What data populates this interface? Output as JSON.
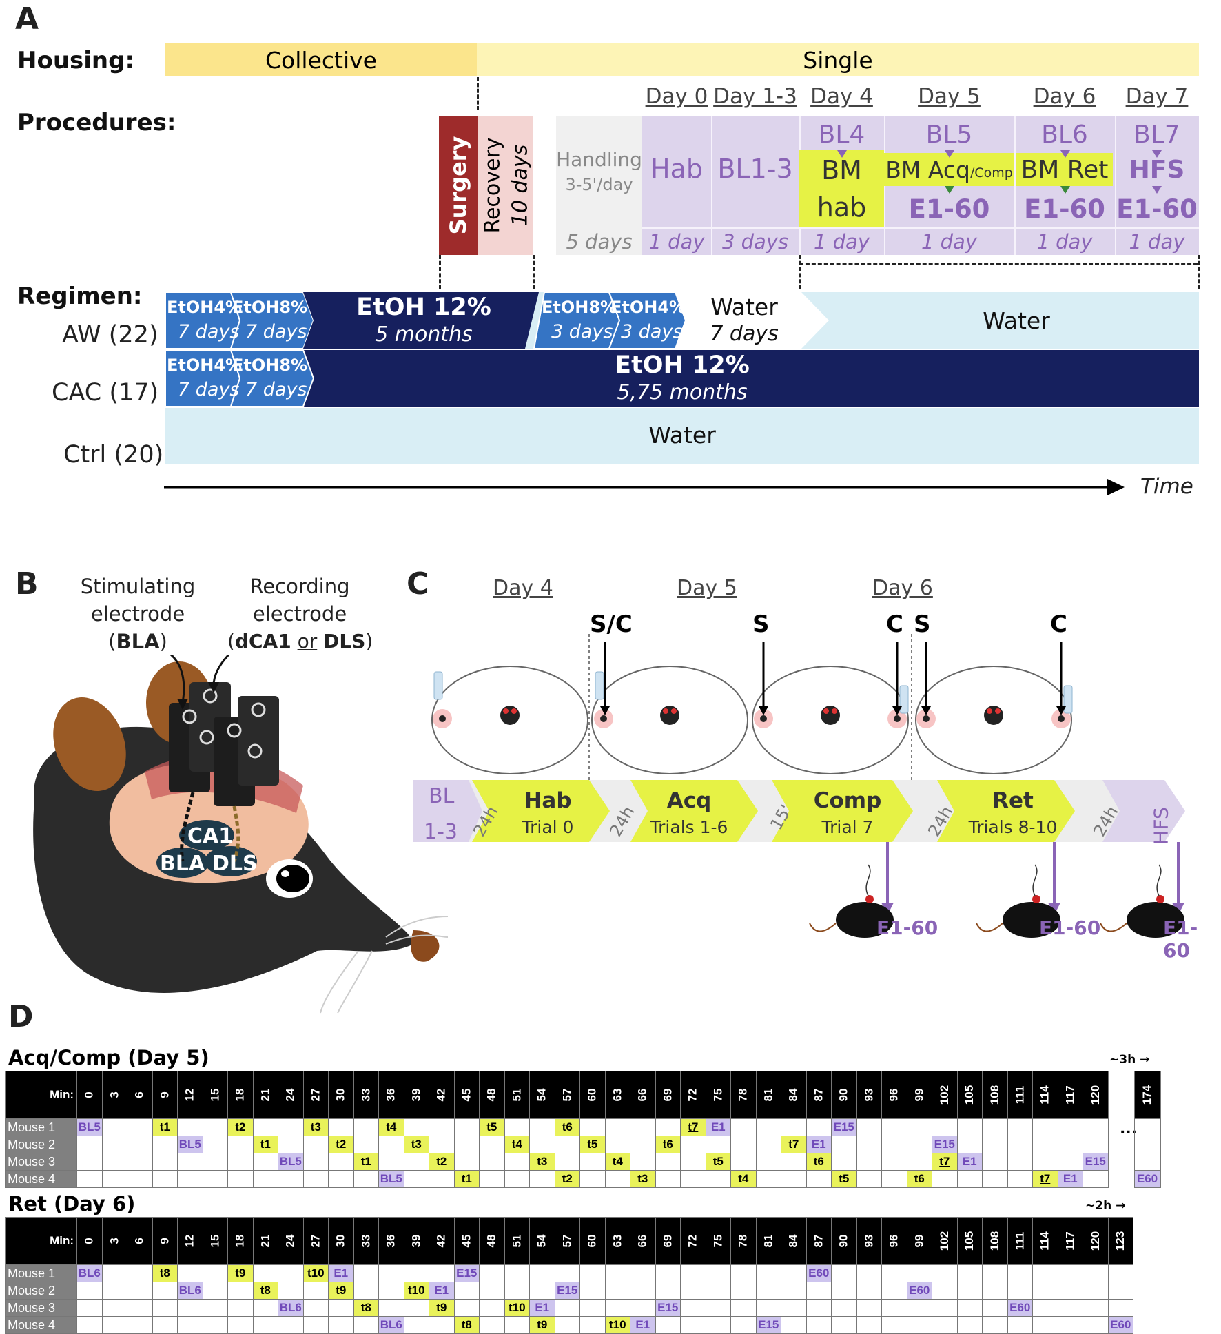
{
  "panels": {
    "a": "A",
    "b": "B",
    "c": "C",
    "d": "D"
  },
  "panel_a": {
    "housing_label": "Housing:",
    "housing_collective": "Collective",
    "housing_single": "Single",
    "procedures_label": "Procedures:",
    "surgery": "Surgery",
    "recovery": "Recovery",
    "recovery_days": "10 days",
    "handling": "Handling",
    "handling_rate": "3-5'/day",
    "handling_days": "5 days",
    "day_headers": [
      "Day 0",
      "Day 1-3",
      "Day 4",
      "Day 5",
      "Day 6",
      "Day 7"
    ],
    "proc_hab": "Hab",
    "proc_bl13": "BL1-3",
    "proc_bl4": "BL4",
    "proc_bl5": "BL5",
    "proc_bl6": "BL6",
    "proc_bl7": "BL7",
    "proc_bm": "BM",
    "proc_hab_small": "hab",
    "proc_bm_acq": "BM Acq",
    "proc_comp": "/Comp",
    "proc_bm_ret": "BM Ret",
    "proc_hfs": "HFS",
    "proc_e160": "E1-60",
    "proc_durations": [
      "1 day",
      "3 days",
      "1 day",
      "1 day",
      "1 day",
      "1 day"
    ],
    "regimen_label": "Regimen:",
    "groups": [
      "AW (22)",
      "CAC (17)",
      "Ctrl (20)"
    ],
    "etoh4": "EtOH4%",
    "etoh8": "EtOH8%",
    "etoh12": "EtOH 12%",
    "d7": "7 days",
    "d3": "3 days",
    "aw_12_dur": "5 months",
    "cac_12_dur": "5,75 months",
    "water": "Water",
    "water_dur": "7 days",
    "time_label": "Time"
  },
  "panel_b": {
    "stim1": "Stimulating",
    "stim2": "electrode",
    "stim3": "BLA",
    "rec1": "Recording",
    "rec2": "electrode",
    "rec3a": "dCA1",
    "rec3b": "or",
    "rec3c": "DLS",
    "region_ca1": "CA1",
    "region_bla": "BLA",
    "region_dls": "DLS"
  },
  "panel_c": {
    "days": [
      "Day 4",
      "Day 5",
      "Day 6"
    ],
    "markers": [
      "S/C",
      "S",
      "C",
      "S",
      "C"
    ],
    "bl_top": "BL",
    "bl_bottom": "1-3",
    "stages": [
      {
        "name": "Hab",
        "sub": "Trial 0"
      },
      {
        "name": "Acq",
        "sub": "Trials 1-6"
      },
      {
        "name": "Comp",
        "sub": "Trial 7"
      },
      {
        "name": "Ret",
        "sub": "Trials 8-10"
      }
    ],
    "intervals": [
      "24h",
      "24h",
      "15'",
      "24h",
      "24h"
    ],
    "hfs": "HFS",
    "e160": "E1-60"
  },
  "panel_d": {
    "acq_title": "Acq/Comp (Day 5)",
    "acq_approx": "~3h →",
    "ret_title": "Ret (Day 6)",
    "ret_approx": "~2h →",
    "min_label": "Min:",
    "ellipsis": "...",
    "acq_minutes": [
      "0",
      "3",
      "6",
      "9",
      "12",
      "15",
      "18",
      "21",
      "24",
      "27",
      "30",
      "33",
      "36",
      "39",
      "42",
      "45",
      "48",
      "51",
      "54",
      "57",
      "60",
      "63",
      "66",
      "69",
      "72",
      "75",
      "78",
      "81",
      "84",
      "87",
      "90",
      "93",
      "96",
      "99",
      "102",
      "105",
      "108",
      "111",
      "114",
      "117",
      "120"
    ],
    "acq_last_minute": "174",
    "ret_minutes": [
      "0",
      "3",
      "6",
      "9",
      "12",
      "15",
      "18",
      "21",
      "24",
      "27",
      "30",
      "33",
      "36",
      "39",
      "42",
      "45",
      "48",
      "51",
      "54",
      "57",
      "60",
      "63",
      "66",
      "69",
      "72",
      "75",
      "78",
      "81",
      "84",
      "87",
      "90",
      "93",
      "96",
      "99",
      "102",
      "105",
      "108",
      "111",
      "114",
      "117",
      "120",
      "123"
    ],
    "mice": [
      "Mouse 1",
      "Mouse 2",
      "Mouse 3",
      "Mouse 4"
    ],
    "acq_rows": [
      [
        [
          "0",
          "BL5",
          "p"
        ],
        [
          "3",
          "t1",
          "y"
        ],
        [
          "6",
          "t2",
          "y"
        ],
        [
          "9",
          "t3",
          "y"
        ],
        [
          "12",
          "t4",
          "y"
        ],
        [
          "16",
          "t5",
          "y"
        ],
        [
          "19",
          "t6",
          "y"
        ],
        [
          "24",
          "t7",
          "y"
        ],
        [
          "25",
          "E1",
          "p"
        ],
        [
          "30",
          "E15",
          "p"
        ]
      ],
      [
        [
          "4",
          "BL5",
          "p"
        ],
        [
          "7",
          "t1",
          "y"
        ],
        [
          "10",
          "t2",
          "y"
        ],
        [
          "13",
          "t3",
          "y"
        ],
        [
          "17",
          "t4",
          "y"
        ],
        [
          "20",
          "t5",
          "y"
        ],
        [
          "23",
          "t6",
          "y"
        ],
        [
          "28",
          "t7",
          "y"
        ],
        [
          "29",
          "E1",
          "p"
        ],
        [
          "34",
          "E15",
          "p"
        ]
      ],
      [
        [
          "8",
          "BL5",
          "p"
        ],
        [
          "11",
          "t1",
          "y"
        ],
        [
          "14",
          "t2",
          "y"
        ],
        [
          "18",
          "t3",
          "y"
        ],
        [
          "21",
          "t4",
          "y"
        ],
        [
          "25",
          "t5",
          "y"
        ],
        [
          "29",
          "t6",
          "y"
        ],
        [
          "34",
          "t7",
          "y"
        ],
        [
          "35",
          "E1",
          "p"
        ],
        [
          "40",
          "E15",
          "p"
        ]
      ],
      [
        [
          "12",
          "BL5",
          "p"
        ],
        [
          "15",
          "t1",
          "y"
        ],
        [
          "19",
          "t2",
          "y"
        ],
        [
          "22",
          "t3",
          "y"
        ],
        [
          "26",
          "t4",
          "y"
        ],
        [
          "30",
          "t5",
          "y"
        ],
        [
          "33",
          "t6",
          "y"
        ],
        [
          "38",
          "t7",
          "y"
        ],
        [
          "39",
          "E1",
          "p"
        ]
      ]
    ],
    "acq_last_col": [
      "",
      "",
      "",
      "E60"
    ],
    "ret_rows": [
      [
        [
          "0",
          "BL6",
          "p"
        ],
        [
          "3",
          "t8",
          "y"
        ],
        [
          "6",
          "t9",
          "y"
        ],
        [
          "9",
          "t10",
          "y"
        ],
        [
          "10",
          "E1",
          "p"
        ],
        [
          "15",
          "E15",
          "p"
        ],
        [
          "29",
          "E60",
          "p"
        ]
      ],
      [
        [
          "4",
          "BL6",
          "p"
        ],
        [
          "7",
          "t8",
          "y"
        ],
        [
          "10",
          "t9",
          "y"
        ],
        [
          "13",
          "t10",
          "y"
        ],
        [
          "14",
          "E1",
          "p"
        ],
        [
          "19",
          "E15",
          "p"
        ],
        [
          "33",
          "E60",
          "p"
        ]
      ],
      [
        [
          "8",
          "BL6",
          "p"
        ],
        [
          "11",
          "t8",
          "y"
        ],
        [
          "14",
          "t9",
          "y"
        ],
        [
          "17",
          "t10",
          "y"
        ],
        [
          "18",
          "E1",
          "p"
        ],
        [
          "23",
          "E15",
          "p"
        ],
        [
          "37",
          "E60",
          "p"
        ]
      ],
      [
        [
          "12",
          "BL6",
          "p"
        ],
        [
          "15",
          "t8",
          "y"
        ],
        [
          "18",
          "t9",
          "y"
        ],
        [
          "21",
          "t10",
          "y"
        ],
        [
          "22",
          "E1",
          "p"
        ],
        [
          "27",
          "E15",
          "p"
        ],
        [
          "41",
          "E60",
          "p"
        ]
      ]
    ]
  },
  "colors": {
    "housing_collective": "#fbe58c",
    "housing_single": "#fdf4b6",
    "surgery": "#9e2b2b",
    "recovery": "#f3d4d2",
    "handling": "#f0f0f0",
    "lavender": "#ddd4ec",
    "lime": "#e6f245",
    "navy": "#16205e",
    "mid_blue": "#3574c4",
    "light_blue": "#d9eef5",
    "purple_text": "#8a64b6"
  }
}
